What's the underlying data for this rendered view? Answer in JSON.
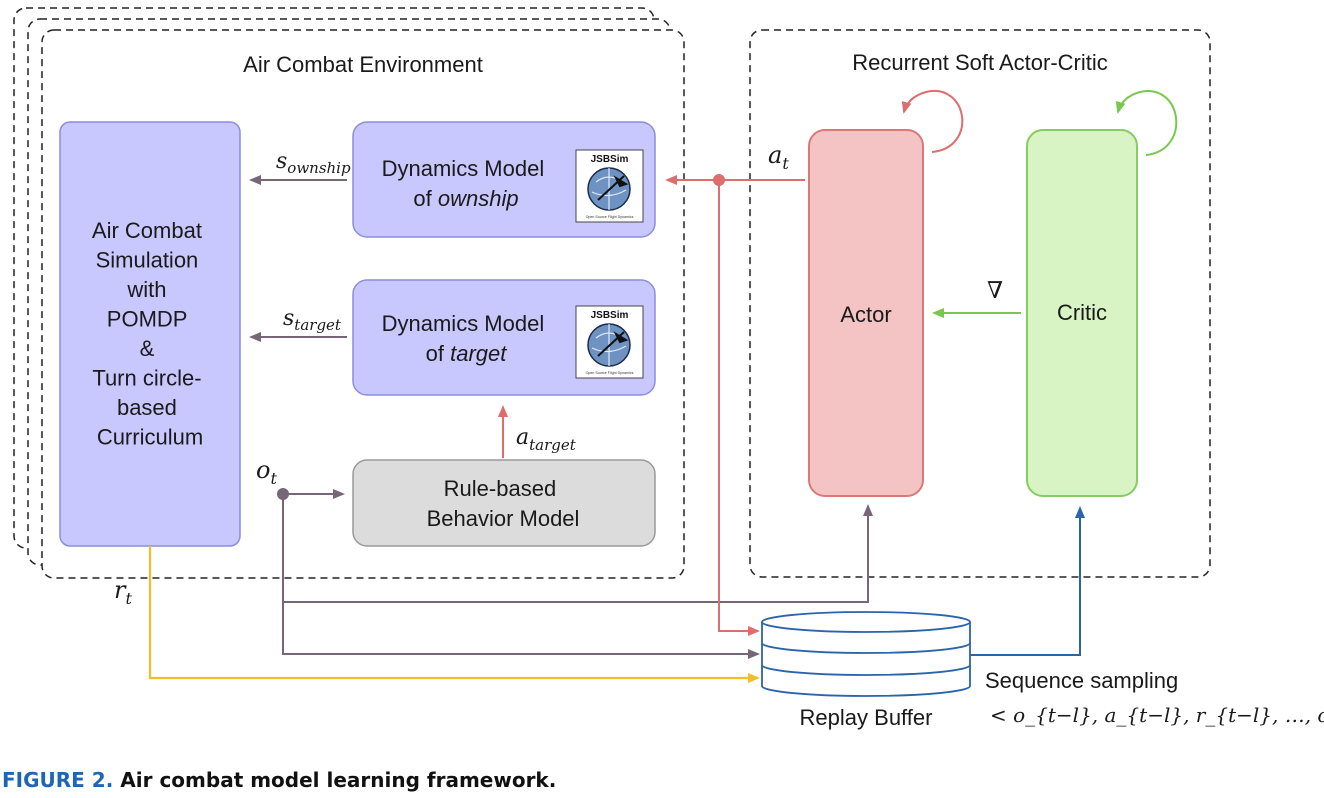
{
  "environment": {
    "title": "Air Combat Environment",
    "simulation_lines": [
      "Air Combat",
      "Simulation",
      "with",
      "POMDP",
      "&",
      "Turn circle-",
      "based",
      "Curriculum"
    ],
    "ownship_model": {
      "line1": "Dynamics Model",
      "line2_prefix": "of ",
      "line2_italic": "ownship"
    },
    "target_model": {
      "line1": "Dynamics Model",
      "line2_prefix": "of ",
      "line2_italic": "target"
    },
    "behavior_model": {
      "line1": "Rule-based",
      "line2": "Behavior Model"
    },
    "logo_text": "JSBSim",
    "logo_subtext": "Open Source Flight Dynamics"
  },
  "agent": {
    "title": "Recurrent Soft Actor-Critic",
    "actor_label": "Actor",
    "critic_label": "Critic",
    "gradient_symbol": "∇"
  },
  "signals": {
    "s_ownship": {
      "base": "s",
      "sub": "ownship"
    },
    "s_target": {
      "base": "s",
      "sub": "target"
    },
    "a_t": {
      "base": "a",
      "sub": "t"
    },
    "a_target": {
      "base": "a",
      "sub": "target"
    },
    "o_t": {
      "base": "o",
      "sub": "t"
    },
    "r_t": {
      "base": "r",
      "sub": "t"
    }
  },
  "replay": {
    "label": "Replay Buffer",
    "sampling_label": "Sequence sampling",
    "sequence_text": "< o_{t−l}, a_{t−l}, r_{t−l}, …, o_t, at, r_t >"
  },
  "caption": {
    "prefix": "FIGURE 2.",
    "text": "Air combat model learning framework."
  },
  "colors": {
    "sim_box": "#c8c8ff",
    "sim_stroke": "#8c8ce0",
    "behavior_box": "#dcdcdc",
    "actor_fill": "#f4c4c4",
    "actor_stroke": "#dc7878",
    "critic_fill": "#d8f4c4",
    "critic_stroke": "#86cc60",
    "arrow_gray": "#776677",
    "arrow_red": "#dc6e6e",
    "arrow_green": "#78c850",
    "arrow_blue": "#2a64aa",
    "arrow_yellow": "#f0be28",
    "buffer_stroke": "#2a64aa"
  }
}
